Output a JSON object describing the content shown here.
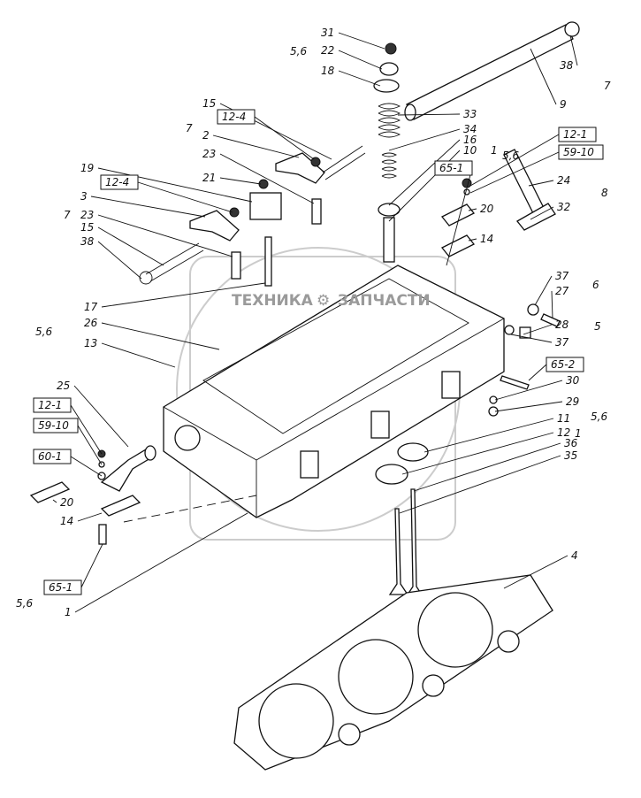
{
  "watermark": {
    "left": "ТЕХНИКА",
    "right": "ЗАПЧАСТИ"
  },
  "labels": [
    {
      "t": "31"
    },
    {
      "t": "22"
    },
    {
      "t": "18"
    },
    {
      "t": "5,6"
    },
    {
      "t": "15"
    },
    {
      "t": "2"
    },
    {
      "t": "23"
    },
    {
      "t": "7"
    },
    {
      "t": "21"
    },
    {
      "t": "19"
    },
    {
      "t": "3"
    },
    {
      "t": "23"
    },
    {
      "t": "15"
    },
    {
      "t": "38"
    },
    {
      "t": "7"
    },
    {
      "t": "17"
    },
    {
      "t": "26"
    },
    {
      "t": "13"
    },
    {
      "t": "5,6"
    },
    {
      "t": "25"
    },
    {
      "t": "20"
    },
    {
      "t": "14"
    },
    {
      "t": "5,6"
    },
    {
      "t": "1"
    },
    {
      "t": "38"
    },
    {
      "t": "9"
    },
    {
      "t": "7"
    },
    {
      "t": "33"
    },
    {
      "t": "34"
    },
    {
      "t": "16"
    },
    {
      "t": "10"
    },
    {
      "t": "1"
    },
    {
      "t": "5,6"
    },
    {
      "t": "24"
    },
    {
      "t": "32"
    },
    {
      "t": "8"
    },
    {
      "t": "20"
    },
    {
      "t": "14"
    },
    {
      "t": "37"
    },
    {
      "t": "27"
    },
    {
      "t": "6"
    },
    {
      "t": "28"
    },
    {
      "t": "37"
    },
    {
      "t": "5"
    },
    {
      "t": "30"
    },
    {
      "t": "29"
    },
    {
      "t": "11"
    },
    {
      "t": "12"
    },
    {
      "t": "1"
    },
    {
      "t": "36"
    },
    {
      "t": "35"
    },
    {
      "t": "5,6"
    },
    {
      "t": "4"
    }
  ],
  "boxed_labels": [
    {
      "t": "12-4"
    },
    {
      "t": "12-4"
    },
    {
      "t": "12-1"
    },
    {
      "t": "59-10"
    },
    {
      "t": "60-1"
    },
    {
      "t": "65-1"
    },
    {
      "t": "65-1"
    },
    {
      "t": "12-1"
    },
    {
      "t": "59-10"
    },
    {
      "t": "65-2"
    }
  ]
}
